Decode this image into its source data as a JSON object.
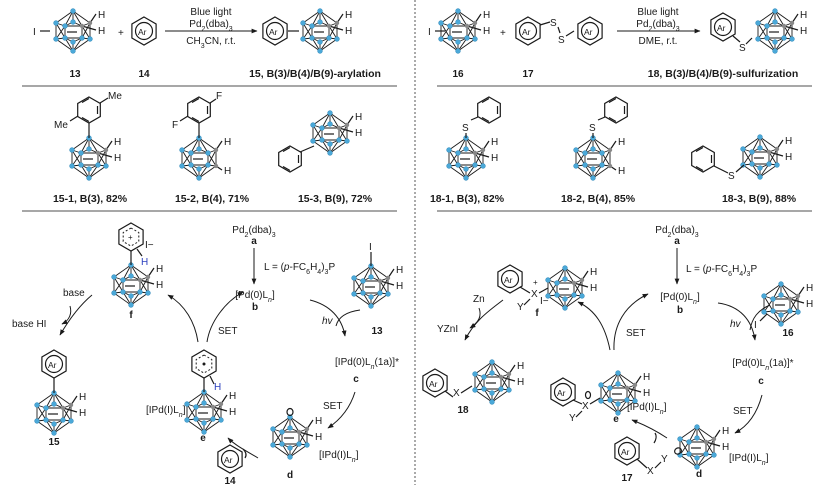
{
  "colors": {
    "boron_node": "#4aa8d8",
    "bond": "#1a1a1a",
    "migrating_h": "#2a3fbf",
    "rule": "#8a8a8a"
  },
  "left": {
    "scheme": {
      "reagent_13": "13",
      "reagent_14": "14",
      "ar": "Ar",
      "iodo": "I",
      "h": "H",
      "plus": "+",
      "cond_1": "Blue light",
      "cond_2": "Pd2(dba)3",
      "cond_3": "CH3CN, r.t.",
      "product_label": "15, B(3)/B(4)/B(9)-arylation"
    },
    "examples": [
      {
        "label": "15-1, B(3), 82%",
        "sub1": "Me",
        "sub2": "Me"
      },
      {
        "label": "15-2, B(4), 71%",
        "sub1": "F",
        "sub2": "F"
      },
      {
        "label": "15-3, B(9), 72%"
      }
    ],
    "mechanism": {
      "a_formula": "Pd2(dba)3",
      "a": "a",
      "ligand": "L = (p-FC6H4)3P",
      "b_formula": "[Pd(0)Ln]",
      "b": "b",
      "hv": "hv",
      "sub_13": "13",
      "c_formula": "[IPd(0)Ln(1a)]*",
      "c": "c",
      "set_1": "SET",
      "set_2": "SET",
      "d_pd": "[IPd(I)Ln]",
      "d": "d",
      "e_pd": "[IPd(I)Ln]",
      "e": "e",
      "f": "f",
      "iodide": "I−",
      "base": "base",
      "base_hi": "base HI",
      "sub_14": "14",
      "product_15": "15"
    }
  },
  "right": {
    "scheme": {
      "reagent_16": "16",
      "reagent_17": "17",
      "s": "S",
      "cond_1": "Blue light",
      "cond_2": "Pd2(dba)3",
      "cond_3": "DME, r.t.",
      "product_label": "18, B(3)/B(4)/B(9)-sulfurization"
    },
    "examples": [
      {
        "label": "18-1, B(3), 82%"
      },
      {
        "label": "18-2, B(4), 85%"
      },
      {
        "label": "18-3, B(9), 88%"
      }
    ],
    "mechanism": {
      "a_formula": "Pd2(dba)3",
      "a": "a",
      "ligand": "L = (p-FC6H4)3P",
      "b_formula": "[Pd(0)Ln]",
      "b": "b",
      "hv": "hv",
      "sub_16": "16",
      "c_formula": "[Pd(0)Ln(1a)]*",
      "c": "c",
      "set_1": "SET",
      "set_2": "SET",
      "d_pd": "[IPd(I)Ln]",
      "d": "d",
      "e_pd": "[IPd(I)Ln]",
      "e": "e",
      "f": "f",
      "x": "X",
      "y": "Y",
      "zn": "Zn",
      "yzni": "YZnI",
      "sub_17": "17",
      "product_18": "18"
    }
  }
}
